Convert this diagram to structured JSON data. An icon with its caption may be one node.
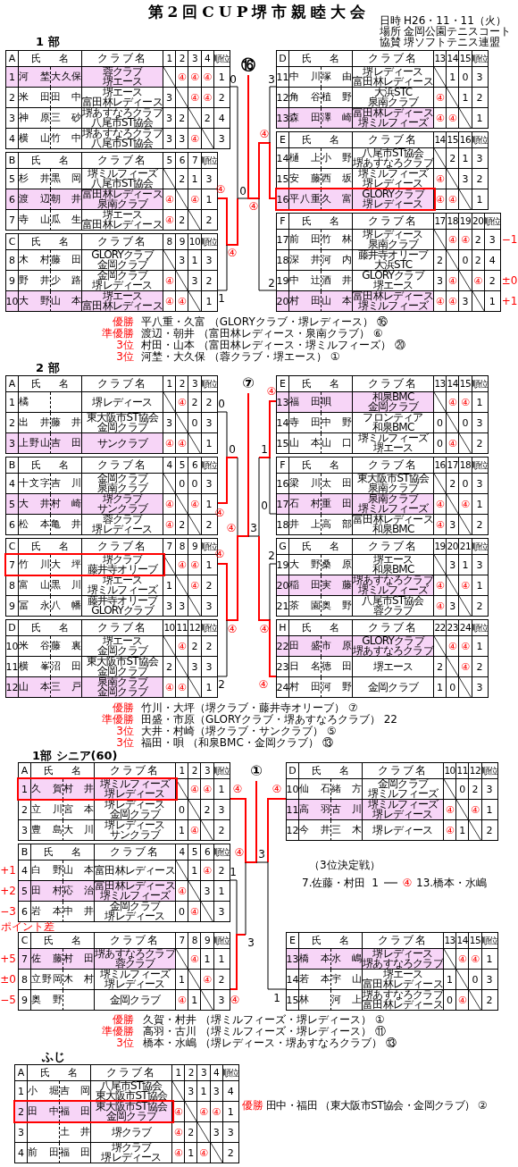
{
  "diagram": {
    "title": "第2回CUP堺市親睦大会",
    "labels": [
      "日時",
      "H26・11・11（火）",
      "場所",
      "金岡公園テニスコート",
      "1 部",
      "協賛",
      "堺ソフトテニス連盟",
      "A",
      "氏名",
      "クラブ名",
      "1",
      "2",
      "3",
      "4",
      "順位",
      "1",
      "河埜",
      "大久保",
      "蓉クラブ",
      "堺エース",
      "④",
      "④",
      "④",
      "1",
      "2",
      "米田",
      "田中",
      "堺エース",
      "富田林レディース",
      "3",
      "④",
      "④",
      "2",
      "3",
      "神原",
      "三砂",
      "堺あすなろクラブ",
      "八尾市ST協会",
      "3",
      "2",
      "2",
      "4",
      "4",
      "横山",
      "竹中",
      "堺あすなろクラブ",
      "八尾市ST協会",
      "3",
      "3",
      "④",
      "3",
      "B",
      "氏名",
      "クラブ名",
      "5",
      "6",
      "7",
      "順位",
      "5",
      "杉井",
      "黒岡",
      "堺ミルフィーズ",
      "八尾市ST協会",
      "2",
      "1",
      "3",
      "6",
      "渡辺",
      "朝井",
      "富田林レディース",
      "泉南クラブ",
      "④",
      "④",
      "1",
      "7",
      "寺山",
      "瓜生",
      "堺エース",
      "富田林レディース",
      "④",
      "2",
      "2",
      "C",
      "氏名",
      "クラブ名",
      "8",
      "9",
      "10",
      "順位",
      "8",
      "木村",
      "藤田",
      "GLORYクラブ",
      "金岡クラブ",
      "3",
      "1",
      "3",
      "9",
      "野井",
      "少路",
      "金岡クラブ",
      "堺レディース",
      "④",
      "3",
      "2",
      "10",
      "大野",
      "山本",
      "堺エース",
      "富田林レディース",
      "④",
      "④",
      "1",
      "D",
      "氏名",
      "クラブ名",
      "13",
      "14",
      "15",
      "順位",
      "11",
      "中川",
      "塚由",
      "堺レディース",
      "富田林レディース",
      "1",
      "0",
      "3",
      "12",
      "角谷",
      "植野",
      "大浜STC",
      "泉南クラブ",
      "④",
      "1",
      "2",
      "13",
      "森田",
      "澤崎",
      "富田林レディース",
      "堺ミルフィーズ",
      "④",
      "④",
      "1",
      "E",
      "氏名",
      "クラブ名",
      "14",
      "15",
      "16",
      "順位",
      "14",
      "樋上",
      "小野",
      "八尾市ST協会",
      "堺あすなろクラブ",
      "2",
      "1",
      "3",
      "15",
      "安藤",
      "西坂",
      "堺ミルフィーズ",
      "堺レディース",
      "④",
      "3",
      "2",
      "16",
      "平八重",
      "久富",
      "GLORYクラブ",
      "堺レディース",
      "④",
      "④",
      "1",
      "F",
      "氏名",
      "クラブ名",
      "17",
      "18",
      "19",
      "20",
      "順位",
      "17",
      "前田",
      "竹林",
      "堺レディース",
      "泉南クラブ",
      "④",
      "④",
      "2",
      "3",
      "−1",
      "18",
      "深井",
      "河内",
      "藤井寺オリーブ",
      "大浜STC",
      "2",
      "0",
      "2",
      "4",
      "19",
      "中辻",
      "酒井",
      "GLORYクラブ",
      "堺エース",
      "3",
      "④",
      "④",
      "2",
      "±0",
      "20",
      "村田",
      "山本",
      "富田林レディース",
      "堺ミルフィーズ",
      "④",
      "④",
      "3",
      "1",
      "+1",
      "⑯",
      "0",
      "3",
      "④",
      "④",
      "0",
      "④",
      "④",
      "1",
      "2",
      "優勝",
      "平八重・久富 （GLORYクラブ・堺レディース） ⑯",
      "準優勝",
      "渡辺・朝井 （富田林レディース・泉南クラブ） ⑥",
      "3位",
      "村田・山本 （富田林レディース・堺ミルフィーズ） ⑳",
      "3位",
      "河埜・大久保 （蓉クラブ・堺エース） ①",
      "2 部",
      "A",
      "氏名",
      "クラブ名",
      "1",
      "2",
      "3",
      "順位",
      "1",
      "橘",
      "堺レディース",
      "④",
      "2",
      "2",
      "2",
      "出井",
      "藤井",
      "東大阪市ST協会",
      "金岡クラブ",
      "3",
      "0",
      "3",
      "3",
      "上野山",
      "吉田",
      "サンクラブ",
      "④",
      "④",
      "1",
      "B",
      "氏名",
      "クラブ名",
      "4",
      "5",
      "6",
      "順位",
      "4",
      "十文字",
      "吉川",
      "金岡クラブ",
      "泉南クラブ",
      "0",
      "0",
      "3",
      "5",
      "大井",
      "村崎",
      "堺クラブ",
      "サンクラブ",
      "④",
      "④",
      "1",
      "6",
      "松本",
      "亀井",
      "蓉クラブ",
      "堺レディース",
      "④",
      "2",
      "2",
      "C",
      "氏名",
      "クラブ名",
      "7",
      "8",
      "9",
      "順位",
      "7",
      "竹川",
      "大坪",
      "堺クラブ",
      "藤井寺オリーブ",
      "④",
      "④",
      "1",
      "8",
      "富山",
      "黒川",
      "堺エース",
      "堺ミルフィーズ",
      "1",
      "④",
      "2",
      "9",
      "冨永",
      "八幡",
      "藤井寺オリーブ",
      "GLORYクラブ",
      "3",
      "3",
      "3",
      "D",
      "氏名",
      "クラブ名",
      "10",
      "11",
      "12",
      "順位",
      "10",
      "米谷",
      "藤裏",
      "堺エース",
      "金岡クラブ",
      "④",
      "2",
      "2",
      "11",
      "横峯",
      "沼田",
      "東大阪市ST協会",
      "金岡クラブ",
      "2",
      "3",
      "3",
      "12",
      "山本",
      "三戸",
      "泉南クラブ",
      "金岡クラブ",
      "④",
      "④",
      "1",
      "E",
      "氏名",
      "クラブ名",
      "13",
      "14",
      "15",
      "順位",
      "13",
      "福田",
      "唄",
      "和泉BMC",
      "金岡クラブ",
      "④",
      "④",
      "1",
      "14",
      "寺田",
      "中野",
      "フロンティア",
      "和泉BMC",
      "0",
      "0",
      "3",
      "15",
      "山本",
      "山口",
      "堺ミルフィーズ",
      "堺エース",
      "0",
      "④",
      "2",
      "F",
      "氏名",
      "クラブ名",
      "16",
      "17",
      "18",
      "順位",
      "16",
      "梁川",
      "太田",
      "東大阪市ST協会",
      "泉南クラブ",
      "2",
      "0",
      "3",
      "17",
      "石村",
      "重田",
      "泉南クラブ",
      "堺ミルフィーズ",
      "④",
      "④",
      "1",
      "18",
      "井上",
      "高部",
      "富田林レディース",
      "和泉BMC",
      "④",
      "3",
      "2",
      "G",
      "氏名",
      "クラブ名",
      "19",
      "20",
      "21",
      "順位",
      "19",
      "大野",
      "桑原",
      "堺エース",
      "和泉BMC",
      "3",
      "1",
      "3",
      "20",
      "稲田",
      "実藤",
      "堺あすなろクラブ",
      "堺ミルフィーズ",
      "④",
      "④",
      "1",
      "21",
      "茶園",
      "奥野",
      "八尾市ST協会",
      "蓉クラブ",
      "④",
      "3",
      "2",
      "H",
      "氏名",
      "クラブ名",
      "22",
      "23",
      "24",
      "順位",
      "22",
      "田盛",
      "市原",
      "GLORYクラブ",
      "堺あすなろクラブ",
      "④",
      "④",
      "1",
      "23",
      "日名",
      "徳田",
      "堺エース",
      "2",
      "④",
      "2",
      "24",
      "村田",
      "河野",
      "金岡クラブ",
      "1",
      "0",
      "3",
      "⑦",
      "0",
      "④",
      "0",
      "1",
      "④",
      "0",
      "④",
      "3",
      "④",
      "2",
      "④",
      "④",
      "2",
      "④",
      "優勝",
      "竹川・大坪（堺クラブ・藤井寺オリーブ） ⑦",
      "準優勝",
      "田盛・市原（GLORYクラブ・堺あすなろクラブ） 22",
      "3位",
      "大井・村崎（堺クラブ・サンクラブ） ⑤",
      "3位",
      "福田・唄 （和泉BMC・金岡クラブ） ⑬",
      "1部 シニア(60)",
      "A",
      "氏名",
      "クラブ名",
      "1",
      "2",
      "3",
      "順位",
      "1",
      "久賀",
      "村井",
      "堺ミルフィーズ",
      "堺レディース",
      "④",
      "④",
      "1",
      "2",
      "立川",
      "宮本",
      "堺レディース",
      "金岡クラブ",
      "0",
      "2",
      "3",
      "3",
      "豊島",
      "大川",
      "堺レディース",
      "サンクラブ",
      "1",
      "④",
      "2",
      "B",
      "氏名",
      "クラブ名",
      "4",
      "5",
      "6",
      "順位",
      "+1",
      "4",
      "白野",
      "山本",
      "富田林レディース",
      "1",
      "④",
      "2",
      "+2",
      "5",
      "田村",
      "応治",
      "富田林レディース",
      "堺ミルフィーズ",
      "④",
      "3",
      "1",
      "−3",
      "6",
      "岩本",
      "中井",
      "金岡クラブ",
      "堺レディース",
      "0",
      "④",
      "3",
      "ポイント差",
      "C",
      "氏名",
      "クラブ名",
      "7",
      "8",
      "9",
      "順位",
      "+5",
      "7",
      "佐藤",
      "村田",
      "堺あすなろクラブ",
      "蓉クラブ",
      "④",
      "1",
      "1",
      "±0",
      "8",
      "立野岡",
      "木村",
      "堺ミルフィーズ",
      "堺レディース",
      "1",
      "④",
      "2",
      "−5",
      "9",
      "奥野",
      "金岡クラブ",
      "④",
      "1",
      "3",
      "D",
      "氏名",
      "クラブ名",
      "10",
      "11",
      "12",
      "順位",
      "10",
      "仙石",
      "緒方",
      "金岡クラブ",
      "堺ミルフィーズ",
      "0",
      "2",
      "3",
      "11",
      "高羽",
      "古川",
      "堺ミルフィーズ",
      "堺レディース",
      "④",
      "④",
      "1",
      "12",
      "今井",
      "三木",
      "堺レディース",
      "④",
      "1",
      "2",
      "E",
      "氏名",
      "クラブ名",
      "13",
      "14",
      "15",
      "順位",
      "13",
      "橋本",
      "水嶋",
      "堺レディース",
      "堺あすなろクラブ",
      "④",
      "④",
      "1",
      "14",
      "若本",
      "宇山",
      "堺エース",
      "富田林レディース",
      "1",
      "0",
      "3",
      "15",
      "林",
      "河上",
      "堺あすなろクラブ",
      "富田林レディース",
      "0",
      "④",
      "2",
      "①",
      "④",
      "④",
      "④",
      "3",
      "1",
      "3",
      "④",
      "1",
      "（3位決定戦）",
      "7.佐藤・村田",
      "1",
      "④",
      "13.橋本・水嶋",
      "優勝",
      "久賀・村井 （堺ミルフィーズ・堺レディース） ①",
      "準優勝",
      "高羽・古川 （堺ミルフィーズ・堺レディース） ⑪",
      "3位",
      "橋本・水嶋 （堺レディース・堺あすなろクラブ） ⑬",
      "ふじ",
      "A",
      "氏名",
      "クラブ名",
      "1",
      "2",
      "3",
      "4",
      "順位",
      "1",
      "小堀",
      "吉岡",
      "八尾市ST協会",
      "東大阪市ST協会",
      "3",
      "1",
      "3",
      "4",
      "2",
      "田中",
      "福田",
      "東大阪市ST協会",
      "金岡クラブ",
      "④",
      "④",
      "④",
      "1",
      "3",
      "土井",
      "堺クラブ",
      "④",
      "2",
      "3",
      "3",
      "4",
      "前田",
      "福田",
      "堺クラブ",
      "堺レディース",
      "④",
      "1",
      "④",
      "2",
      "優勝",
      "田中・福田 （東大阪市ST協会・金岡クラブ） ②"
    ]
  }
}
